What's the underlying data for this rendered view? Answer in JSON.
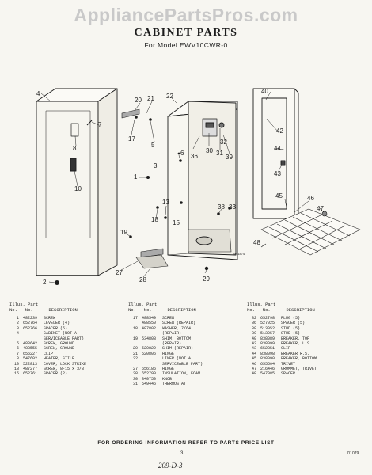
{
  "watermark": "AppliancePartsPros.com",
  "header": {
    "title": "CABINET PARTS",
    "subtitle": "For Model EWV10CWR-0"
  },
  "diagram": {
    "ref_code": "WF1874",
    "callouts": [
      "1",
      "2",
      "3",
      "4",
      "5",
      "6",
      "7",
      "8",
      "10",
      "13",
      "15",
      "17",
      "18",
      "19",
      "20",
      "21",
      "22",
      "27",
      "28",
      "29",
      "30",
      "31",
      "32",
      "33",
      "36",
      "38",
      "39",
      "40",
      "42",
      "43",
      "44",
      "45",
      "46",
      "47",
      "48"
    ]
  },
  "parts_table": {
    "header_line1": "Illus. Part",
    "header_line2": "No.   No.      DESCRIPTION",
    "columns": [
      [
        {
          "no": "1",
          "part": "482239",
          "desc": "SCREW"
        },
        {
          "no": "2",
          "part": "652764",
          "desc": "LEVELER (4)"
        },
        {
          "no": "3",
          "part": "652766",
          "desc": "SPACER (5)"
        },
        {
          "no": "4",
          "part": "",
          "desc": "CABINET (NOT A"
        },
        {
          "no": "",
          "part": "",
          "desc": "SERVICEABLE PART)"
        },
        {
          "no": "5",
          "part": "488642",
          "desc": "SCREW, GROUND"
        },
        {
          "no": "6",
          "part": "488555",
          "desc": "SCREW, GROUND"
        },
        {
          "no": "7",
          "part": "656227",
          "desc": "CLIP"
        },
        {
          "no": "8",
          "part": "547602",
          "desc": "HEATER, STILE"
        },
        {
          "no": "10",
          "part": "522813",
          "desc": "COVER, LOCK STRIKE"
        },
        {
          "no": "13",
          "part": "487277",
          "desc": "SCREW, 8-15 x 3/8"
        },
        {
          "no": "15",
          "part": "652761",
          "desc": "SPACER (2)"
        }
      ],
      [
        {
          "no": "17",
          "part": "488549",
          "desc": "SCREW"
        },
        {
          "no": "",
          "part": "488550",
          "desc": "SCREW (REPAIR)"
        },
        {
          "no": "18",
          "part": "487802",
          "desc": "WASHER, 7/64"
        },
        {
          "no": "",
          "part": "",
          "desc": "(REPAIR)"
        },
        {
          "no": "19",
          "part": "534803",
          "desc": "SHIM, BOTTOM"
        },
        {
          "no": "",
          "part": "",
          "desc": "(REPAIR)"
        },
        {
          "no": "20",
          "part": "520822",
          "desc": "SHIM (REPAIR)"
        },
        {
          "no": "21",
          "part": "520806",
          "desc": "HINGE"
        },
        {
          "no": "22",
          "part": "",
          "desc": "LINER (NOT A"
        },
        {
          "no": "",
          "part": "",
          "desc": "SERVICEABLE PART)"
        },
        {
          "no": "27",
          "part": "656186",
          "desc": "HINGE"
        },
        {
          "no": "28",
          "part": "652790",
          "desc": "INSULATION, FOAM"
        },
        {
          "no": "30",
          "part": "840750",
          "desc": "KNOB"
        },
        {
          "no": "31",
          "part": "549446",
          "desc": "THERMOSTAT"
        }
      ],
      [
        {
          "no": "32",
          "part": "652798",
          "desc": "PLUG (5)"
        },
        {
          "no": "36",
          "part": "527025",
          "desc": "SPACER (5)"
        },
        {
          "no": "38",
          "part": "513052",
          "desc": "STUD (5)"
        },
        {
          "no": "39",
          "part": "513057",
          "desc": "STUD (5)"
        },
        {
          "no": "40",
          "part": "838089",
          "desc": "BREAKER, TOP"
        },
        {
          "no": "42",
          "part": "838099",
          "desc": "BREAKER, L.S."
        },
        {
          "no": "43",
          "part": "652851",
          "desc": "CLIP"
        },
        {
          "no": "44",
          "part": "838098",
          "desc": "BREAKER R.S."
        },
        {
          "no": "45",
          "part": "838090",
          "desc": "BREAKER, BOTTOM"
        },
        {
          "no": "46",
          "part": "655504",
          "desc": "TRIVET"
        },
        {
          "no": "47",
          "part": "216446",
          "desc": "GROMMET, TRIVET"
        },
        {
          "no": "48",
          "part": "547085",
          "desc": "SPACER"
        }
      ]
    ]
  },
  "footer": {
    "notice": "FOR ORDERING INFORMATION REFER TO PARTS PRICE LIST",
    "page": "3",
    "code": "209-D-3",
    "date": "7/1079"
  }
}
